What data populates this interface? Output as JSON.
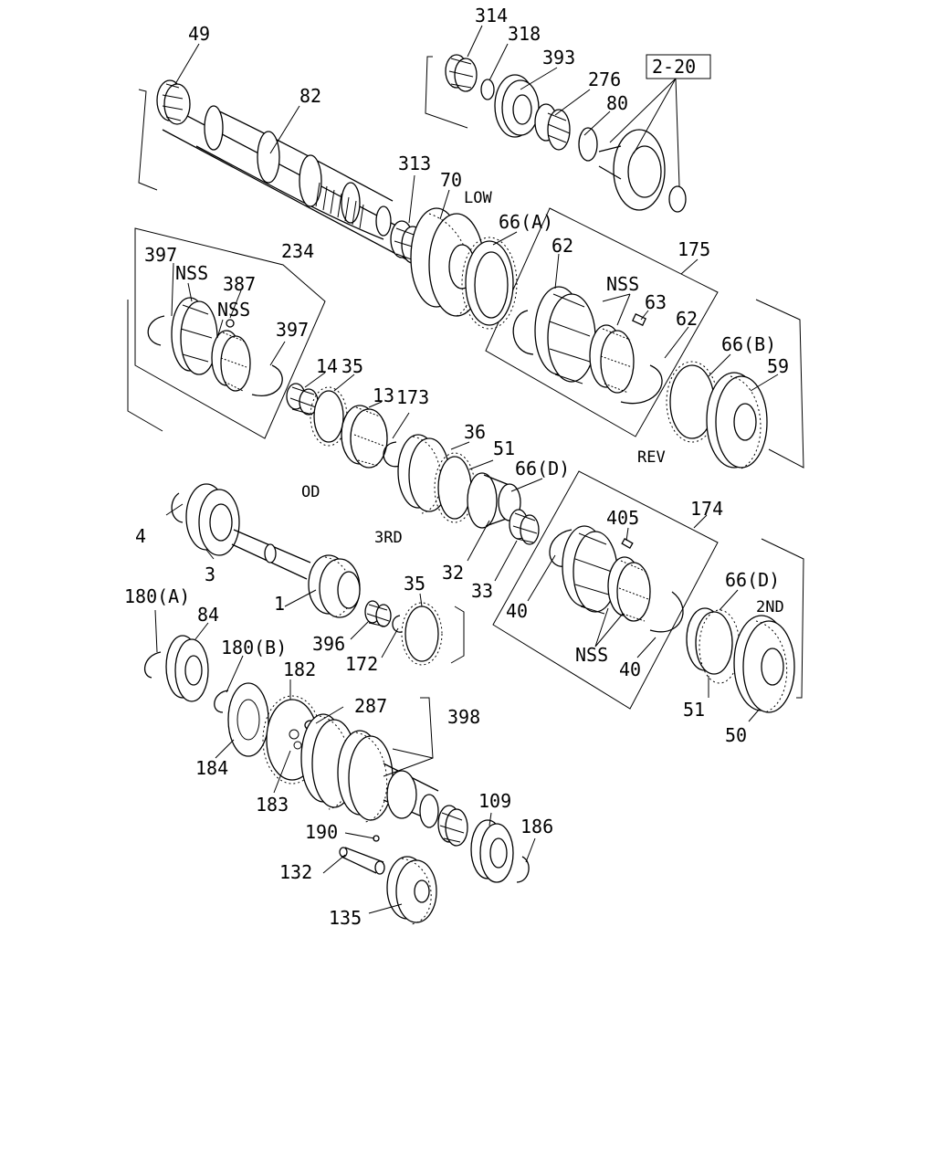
{
  "ref_box": "2-20",
  "notes": {
    "low": "LOW",
    "rev": "REV",
    "od": "OD",
    "third": "3RD",
    "second": "2ND"
  },
  "callouts": [
    {
      "id": "c49",
      "text": "49"
    },
    {
      "id": "c82",
      "text": "82"
    },
    {
      "id": "c314",
      "text": "314"
    },
    {
      "id": "c318",
      "text": "318"
    },
    {
      "id": "c393",
      "text": "393"
    },
    {
      "id": "c276",
      "text": "276"
    },
    {
      "id": "c80",
      "text": "80"
    },
    {
      "id": "c313",
      "text": "313"
    },
    {
      "id": "c70",
      "text": "70"
    },
    {
      "id": "c66a",
      "text": "66(A)"
    },
    {
      "id": "c234",
      "text": "234"
    },
    {
      "id": "c397a",
      "text": "397"
    },
    {
      "id": "cnss1",
      "text": "NSS"
    },
    {
      "id": "c387",
      "text": "387"
    },
    {
      "id": "cnss2",
      "text": "NSS"
    },
    {
      "id": "c397b",
      "text": "397"
    },
    {
      "id": "c175",
      "text": "175"
    },
    {
      "id": "c62a",
      "text": "62"
    },
    {
      "id": "cnss3",
      "text": "NSS"
    },
    {
      "id": "c63",
      "text": "63"
    },
    {
      "id": "c62b",
      "text": "62"
    },
    {
      "id": "c66b",
      "text": "66(B)"
    },
    {
      "id": "c59",
      "text": "59"
    },
    {
      "id": "c14",
      "text": "14"
    },
    {
      "id": "c35a",
      "text": "35"
    },
    {
      "id": "c13",
      "text": "13"
    },
    {
      "id": "c173",
      "text": "173"
    },
    {
      "id": "c36",
      "text": "36"
    },
    {
      "id": "c51a",
      "text": "51"
    },
    {
      "id": "c66d1",
      "text": "66(D)"
    },
    {
      "id": "c4",
      "text": "4"
    },
    {
      "id": "c3",
      "text": "3"
    },
    {
      "id": "c32",
      "text": "32"
    },
    {
      "id": "c33",
      "text": "33"
    },
    {
      "id": "c174",
      "text": "174"
    },
    {
      "id": "c405",
      "text": "405"
    },
    {
      "id": "c40a",
      "text": "40"
    },
    {
      "id": "c40b",
      "text": "40"
    },
    {
      "id": "cnss4",
      "text": "NSS"
    },
    {
      "id": "c66d2",
      "text": "66(D)"
    },
    {
      "id": "c1",
      "text": "1"
    },
    {
      "id": "c180a",
      "text": "180(A)"
    },
    {
      "id": "c84",
      "text": "84"
    },
    {
      "id": "c35b",
      "text": "35"
    },
    {
      "id": "c396",
      "text": "396"
    },
    {
      "id": "c172",
      "text": "172"
    },
    {
      "id": "c180b",
      "text": "180(B)"
    },
    {
      "id": "c182",
      "text": "182"
    },
    {
      "id": "c287",
      "text": "287"
    },
    {
      "id": "c398",
      "text": "398"
    },
    {
      "id": "c184",
      "text": "184"
    },
    {
      "id": "c183",
      "text": "183"
    },
    {
      "id": "c51b",
      "text": "51"
    },
    {
      "id": "c50",
      "text": "50"
    },
    {
      "id": "c109",
      "text": "109"
    },
    {
      "id": "c186",
      "text": "186"
    },
    {
      "id": "c190",
      "text": "190"
    },
    {
      "id": "c132",
      "text": "132"
    },
    {
      "id": "c135",
      "text": "135"
    }
  ]
}
